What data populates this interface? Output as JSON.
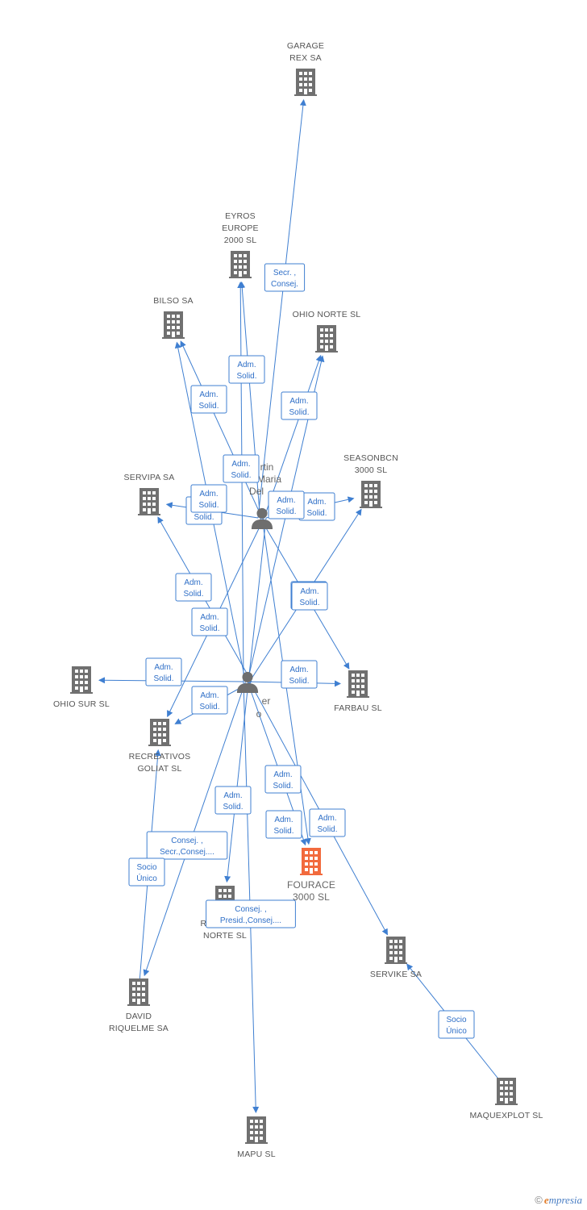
{
  "colors": {
    "edge": "#3f7fd1",
    "building": "#707070",
    "main_building": "#f26a3d",
    "person": "#6e6e6e"
  },
  "persons": [
    {
      "id": "p1",
      "lines": [
        "rtin",
        "Maria",
        "Del"
      ]
    },
    {
      "id": "p2",
      "lines": [
        "er",
        "o"
      ]
    }
  ],
  "companies": [
    {
      "id": "garage",
      "lines": [
        "GARAGE",
        "REX SA"
      ],
      "main": false
    },
    {
      "id": "eyros",
      "lines": [
        "EYROS",
        "EUROPE",
        "2000 SL"
      ],
      "main": false
    },
    {
      "id": "bilso",
      "lines": [
        "BILSO SA"
      ],
      "main": false
    },
    {
      "id": "ohionorte",
      "lines": [
        "OHIO NORTE SL"
      ],
      "main": false
    },
    {
      "id": "seasonbcn",
      "lines": [
        "SEASONBCN",
        "3000 SL"
      ],
      "main": false
    },
    {
      "id": "servipa",
      "lines": [
        "SERVIPA SA"
      ],
      "main": false
    },
    {
      "id": "ohiosur",
      "lines": [
        "OHIO SUR SL"
      ],
      "main": false
    },
    {
      "id": "farbau",
      "lines": [
        "FARBAU  SL"
      ],
      "main": false
    },
    {
      "id": "recreativos",
      "lines": [
        "RECREATIVOS",
        "GOLIAT SL"
      ],
      "main": false
    },
    {
      "id": "fourace",
      "lines": [
        "FOURACE",
        "3000 SL"
      ],
      "main": true
    },
    {
      "id": "rascador",
      "lines": [
        "RASCADOR",
        "NORTE SL"
      ],
      "main": false
    },
    {
      "id": "servike",
      "lines": [
        "SERVIKE SA"
      ],
      "main": false
    },
    {
      "id": "david",
      "lines": [
        "DAVID",
        "RIQUELME SA"
      ],
      "main": false
    },
    {
      "id": "maquexplot",
      "lines": [
        "MAQUEXPLOT SL"
      ],
      "main": false
    },
    {
      "id": "mapu",
      "lines": [
        "MAPU SL"
      ],
      "main": false
    }
  ],
  "edges": [
    {
      "from": "p1",
      "to": "garage",
      "lines": [
        "Secr. ,",
        "Consej."
      ]
    },
    {
      "from": "p1",
      "to": "eyros",
      "lines": [
        "Adm.",
        "Solid."
      ]
    },
    {
      "from": "p1",
      "to": "bilso",
      "lines": [
        "Adm.",
        "Solid."
      ]
    },
    {
      "from": "p1",
      "to": "ohionorte",
      "lines": [
        "Adm.",
        "Solid."
      ]
    },
    {
      "from": "p1",
      "to": "seasonbcn",
      "lines": [
        "Adm.",
        "Solid."
      ]
    },
    {
      "from": "p1",
      "to": "servipa",
      "lines": [
        "Adm.",
        "Solid."
      ]
    },
    {
      "from": "p1",
      "to": "farbau",
      "lines": [
        "Adm.",
        "Solid."
      ]
    },
    {
      "from": "p1",
      "to": "fourace",
      "lines": [
        "Adm.",
        "Solid."
      ]
    },
    {
      "from": "p1",
      "to": "recreativos",
      "lines": [
        "Adm.",
        "Solid."
      ]
    },
    {
      "from": "p1",
      "to": "rascador",
      "lines": [
        "Adm.",
        "Solid."
      ]
    },
    {
      "from": "p2",
      "to": "eyros",
      "lines": [
        "Adm.",
        "Solid."
      ]
    },
    {
      "from": "p2",
      "to": "bilso",
      "lines": [
        "Adm.",
        "Solid."
      ]
    },
    {
      "from": "p2",
      "to": "ohionorte",
      "lines": [
        "Adm.",
        "Solid."
      ]
    },
    {
      "from": "p2",
      "to": "seasonbcn",
      "lines": [
        "Adm.",
        "Solid."
      ]
    },
    {
      "from": "p2",
      "to": "servipa",
      "lines": [
        "Adm.",
        "Solid."
      ]
    },
    {
      "from": "p2",
      "to": "ohiosur",
      "lines": [
        "Adm.",
        "Solid."
      ]
    },
    {
      "from": "p2",
      "to": "farbau",
      "lines": [
        "Adm.",
        "Solid."
      ]
    },
    {
      "from": "p2",
      "to": "fourace",
      "lines": [
        "Adm.",
        "Solid."
      ]
    },
    {
      "from": "p2",
      "to": "servike",
      "lines": [
        "Adm.",
        "Solid."
      ]
    },
    {
      "from": "p2",
      "to": "recreativos",
      "lines": [
        "Consej. ,",
        "Secr.,Consej...."
      ]
    },
    {
      "from": "p2",
      "to": "mapu",
      "lines": [
        "Consej. ,",
        "Presid.,Consej...."
      ]
    },
    {
      "from": "p2",
      "to": "david",
      "lines": [
        "Adm.",
        "Solid."
      ]
    },
    {
      "from": "david",
      "to": "recreativos",
      "lines": [
        "Socio",
        "Único"
      ]
    },
    {
      "from": "maquexplot",
      "to": "servike",
      "lines": [
        "Socio",
        "Único"
      ]
    }
  ],
  "brand": {
    "copyright": "©",
    "name": "mpresia",
    "initial": "e"
  }
}
